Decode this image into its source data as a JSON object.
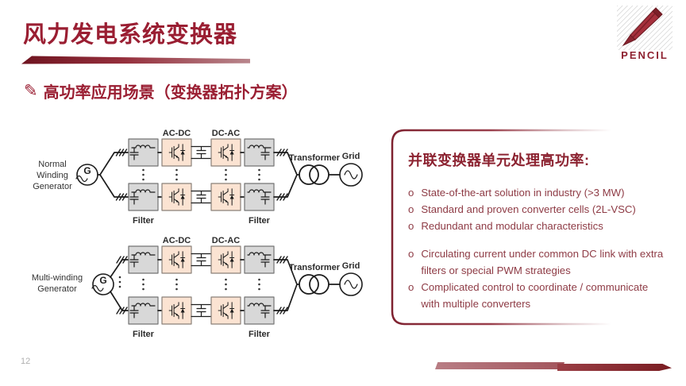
{
  "slide": {
    "title": "风力发电系统变换器",
    "subtitle": "高功率应用场景（变换器拓扑方案）",
    "subtitle_marker": "✎",
    "page_number": "12"
  },
  "logo": {
    "text": "PENCIL"
  },
  "diagrams": {
    "normal": {
      "generator_name": [
        "Normal",
        "Winding",
        "Generator"
      ],
      "generator_symbol": "G",
      "ac_dc": "AC-DC",
      "dc_ac": "DC-AC",
      "filter_in": "Filter",
      "filter_out": "Filter",
      "transformer": "Transformer",
      "grid": "Grid"
    },
    "multi": {
      "generator_name": [
        "Multi-winding",
        "Generator"
      ],
      "generator_symbol": "G",
      "ac_dc": "AC-DC",
      "dc_ac": "DC-AC",
      "filter_in": "Filter",
      "filter_out": "Filter",
      "transformer": "Transformer",
      "grid": "Grid"
    }
  },
  "panel": {
    "heading": "并联变换器单元处理高功率:",
    "bullet_marker": "o",
    "pros": [
      "State-of-the-art solution in industry (>3 MW)",
      "Standard and proven converter cells (2L-VSC)",
      "Redundant and modular characteristics"
    ],
    "cons": [
      "Circulating current under common DC link with extra filters or special PWM strategies",
      "Complicated control to coordinate / communicate with multiple converters"
    ]
  },
  "colors": {
    "accent": "#9a1e32",
    "panel_heading": "#8c2331",
    "panel_text": "#8e3b45",
    "converter_fill": "#fbe3d2",
    "filter_fill": "#d8d8d8"
  }
}
